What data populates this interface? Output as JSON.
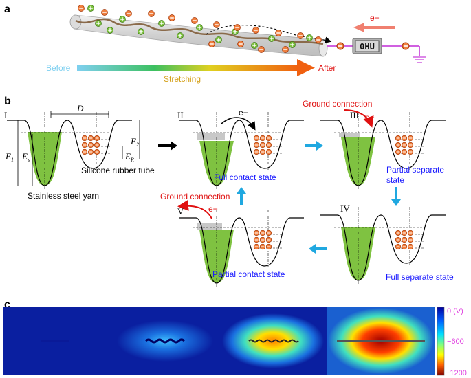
{
  "panels": {
    "a": "a",
    "b": "b",
    "c": "c"
  },
  "a": {
    "electron_label": "e−",
    "meter_text": "0HU",
    "before_label": "Before",
    "stretching_label": "Stretching",
    "after_label": "After",
    "colors": {
      "before": "#7fd0f0",
      "stretch": "#d4a017",
      "after": "#e01010"
    }
  },
  "b": {
    "stage_I": "I",
    "stage_II": "II",
    "stage_III": "III",
    "stage_IV": "IV",
    "stage_V": "V",
    "D": "D",
    "E1": "E",
    "E1_sub": "1",
    "Es": "E",
    "Es_sub": "s",
    "E2": "E",
    "E2_sub": "2",
    "ER": "E",
    "ER_sub": "R",
    "steel_label": "Stainless steel yarn",
    "rubber_label": "Silicone rubber tube",
    "full_contact": "Full contact state",
    "partial_separate_1": "Partial separate",
    "partial_separate_2": "state",
    "full_separate": "Full separate state",
    "partial_contact": "Partial contact state",
    "ground_connection": "Ground connection",
    "electron": "e−",
    "colors": {
      "well_fill": "#7fc241",
      "electron": "#f08040",
      "label_blue": "#1a1aff",
      "label_red": "#e01010"
    }
  },
  "c": {
    "colorbar_top": "0 (V)",
    "colorbar_mid": "−600",
    "colorbar_bottom": "−1200",
    "colors": {
      "field_bg": "#0a1fa0",
      "label": "#e040e0"
    }
  }
}
